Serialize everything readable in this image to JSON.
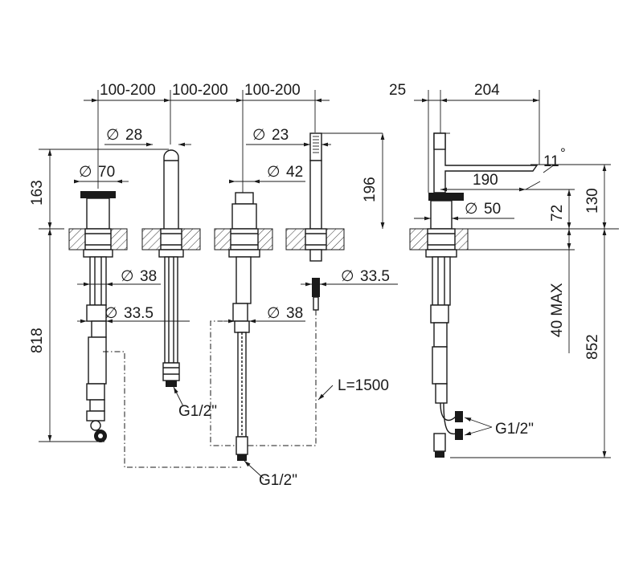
{
  "dimensions": {
    "span_1": "100-200",
    "span_2": "100-200",
    "span_3": "100-200",
    "offset_25": "25",
    "length_204": "204",
    "dia_28": "28",
    "dia_23": "23",
    "dia_70": "70",
    "dia_42": "42",
    "height_163": "163",
    "height_196": "196",
    "angle_11": "11",
    "length_190": "190",
    "height_130": "130",
    "dia_50": "50",
    "height_72": "72",
    "dia_38_a": "38",
    "dia_33_5_a": "33.5",
    "dia_38_b": "38",
    "dia_33_5_b": "33.5",
    "max_40": "40 MAX",
    "height_818": "818",
    "height_852": "852",
    "hose_length": "L=1500"
  },
  "symbols": {
    "diameter": "∅",
    "degree": "°"
  },
  "connections": {
    "inlet_1": "G1/2\"",
    "inlet_2": "G1/2\"",
    "inlet_3": "G1/2\""
  }
}
